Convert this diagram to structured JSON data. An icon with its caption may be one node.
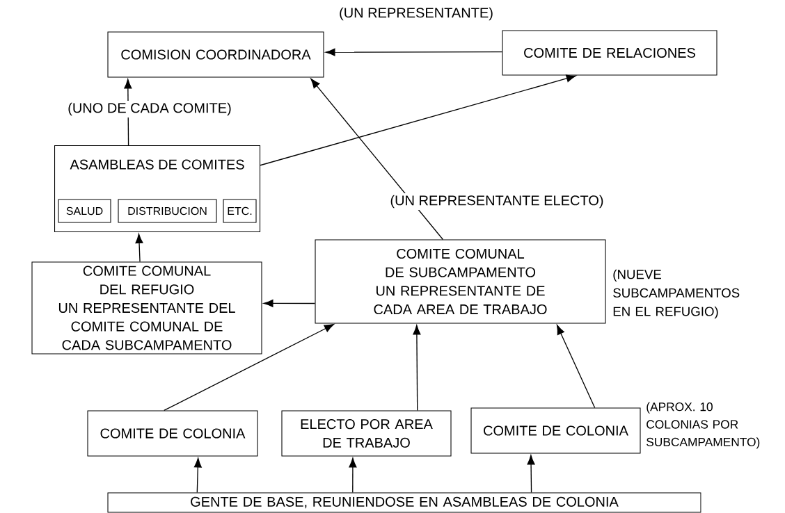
{
  "diagram": {
    "nodes": [
      {
        "text": [
          "COMISION COORDINADORA"
        ]
      },
      {
        "text": [
          "COMITE DE RELACIONES"
        ]
      },
      {
        "text": [
          "ASAMBLEAS DE COMITES"
        ]
      },
      {
        "text": [
          "SALUD"
        ],
        "in": 2
      },
      {
        "text": [
          "DISTRIBUCION"
        ],
        "in": 2
      },
      {
        "text": [
          "ETC."
        ],
        "in": 2
      },
      {
        "text": [
          "COMITE COMUNAL DEL REFUGIO",
          "UN REPRESENTANTE DEL COMITE COMUNAL DE CADA SUBCAMPAMENTO"
        ]
      },
      {
        "text": [
          "COMITE COMUNAL DE SUBCAMPAMENTO",
          "UN REPRESENTANTE DE CADA AREA DE TRABAJO"
        ],
        "beside": [
          "(NUEVE SUBCAMPAMENTOS EN EL REFUGIO)"
        ]
      },
      {
        "text": [
          "COMITE DE COLONIA"
        ]
      },
      {
        "text": [
          "ELECTO POR AREA DE TRABAJO"
        ]
      },
      {
        "text": [
          "COMITE DE COLONIA"
        ],
        "beside": [
          "(APROX. 10 COLONIAS POR SUBCAMPAMENTO)"
        ]
      },
      {
        "text": [
          "GENTE DE BASE, REUNIENDOSE EN ASAMBLEAS DE COLONIA"
        ]
      }
    ],
    "edges": [
      {
        "from": 1,
        "to": 0,
        "arrow": "to",
        "label": "(UN REPRESENTANTE)"
      },
      {
        "from": 2,
        "to": 0,
        "arrow": "to",
        "label": "(UNO DE CADA COMITE)"
      },
      {
        "from": 2,
        "to": 1,
        "arrow": "to"
      },
      {
        "from": 7,
        "to": 0,
        "arrow": "to",
        "label": "(UN REPRESENTANTE ELECTO)"
      },
      {
        "from": 6,
        "to": 2,
        "arrow": "to"
      },
      {
        "from": 7,
        "to": 6,
        "arrow": "to"
      },
      {
        "from": 8,
        "to": 7,
        "arrow": "to"
      },
      {
        "from": 9,
        "to": 7,
        "arrow": "to"
      },
      {
        "from": 10,
        "to": 7,
        "arrow": "to"
      },
      {
        "from": 11,
        "to": 8,
        "arrow": "to"
      },
      {
        "from": 11,
        "to": 9,
        "arrow": "to"
      },
      {
        "from": 11,
        "to": 10,
        "arrow": "to"
      }
    ]
  }
}
